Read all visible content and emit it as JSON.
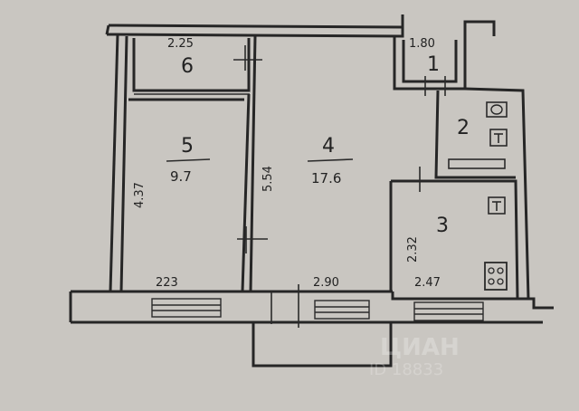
{
  "rooms": [
    {
      "id": "1",
      "number": "1",
      "dimension": "1.80"
    },
    {
      "id": "2",
      "number": "2"
    },
    {
      "id": "3",
      "number": "3",
      "dimension_side": "2.32",
      "dimension_bottom": "2.47"
    },
    {
      "id": "4",
      "number": "4",
      "area": "17.6",
      "dimension_side": "5.54",
      "dimension_bottom": "2.90"
    },
    {
      "id": "5",
      "number": "5",
      "area": "9.7",
      "dimension_side": "4.37",
      "dimension_bottom": "223"
    },
    {
      "id": "6",
      "number": "6",
      "dimension": "2.25"
    }
  ],
  "watermark": {
    "main": "ЦИАН",
    "sub": "ID 18833"
  },
  "colors": {
    "paper": "#c9c6c1",
    "ink": "#262626"
  }
}
